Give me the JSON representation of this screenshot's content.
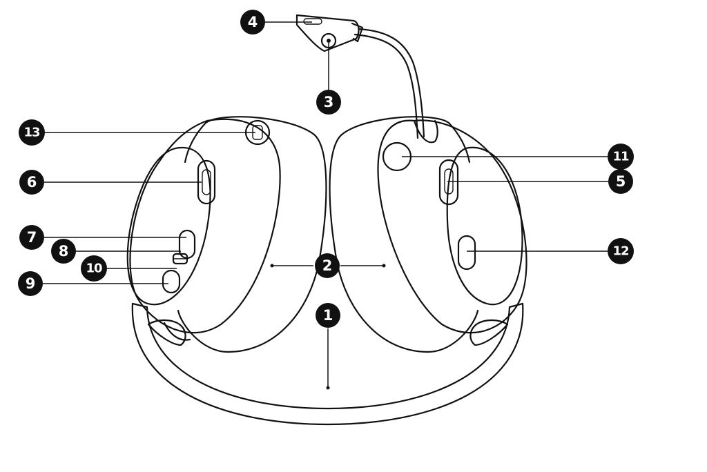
{
  "diagram": {
    "subject": "headset-front-view",
    "callouts": [
      {
        "id": "c1",
        "label": "1"
      },
      {
        "id": "c2",
        "label": "2"
      },
      {
        "id": "c3",
        "label": "3"
      },
      {
        "id": "c4",
        "label": "4"
      },
      {
        "id": "c5",
        "label": "5"
      },
      {
        "id": "c6",
        "label": "6"
      },
      {
        "id": "c7",
        "label": "7"
      },
      {
        "id": "c8",
        "label": "8"
      },
      {
        "id": "c9",
        "label": "9"
      },
      {
        "id": "c10",
        "label": "10"
      },
      {
        "id": "c11",
        "label": "11"
      },
      {
        "id": "c12",
        "label": "12"
      },
      {
        "id": "c13",
        "label": "13"
      }
    ],
    "colors": {
      "ink": "#111111",
      "badge_text": "#ffffff",
      "background": "#ffffff"
    }
  }
}
